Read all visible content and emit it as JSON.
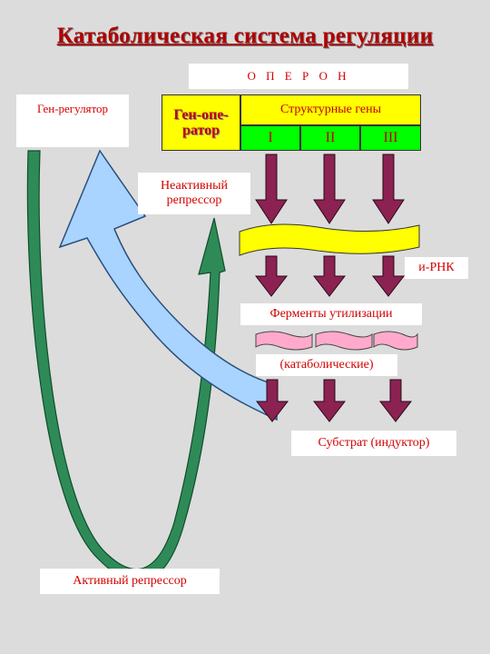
{
  "title": "Катаболическая система регуляции",
  "operon_label": "О П Е Р О Н",
  "regulator_gene": "Ген-регулятор",
  "operator_gene": {
    "line1": "Ген-опе-",
    "line2": "ратор"
  },
  "structural_genes": {
    "label": "Структурные гены",
    "genes": [
      "I",
      "II",
      "III"
    ]
  },
  "inactive_repressor": {
    "line1": "Неактивный",
    "line2": "репрессор"
  },
  "mrna": "и-РНК",
  "enzymes": "Ферменты утилизации",
  "enzymes_type": "(катаболические)",
  "substrate": "Субстрат (индуктор)",
  "active_repressor": "Активный репрессор",
  "colors": {
    "background": "#dcdcdc",
    "title": "#b00000",
    "text": "#d40000",
    "operator_fill": "#ffff00",
    "gene_fill": "#00ff00",
    "down_arrows": "#8b2252",
    "mrna_band": "#ffff00",
    "enzyme_bands": "#ffaacc",
    "blue_arrow": "#a8d4ff",
    "green_arrow": "#2e8b57"
  }
}
